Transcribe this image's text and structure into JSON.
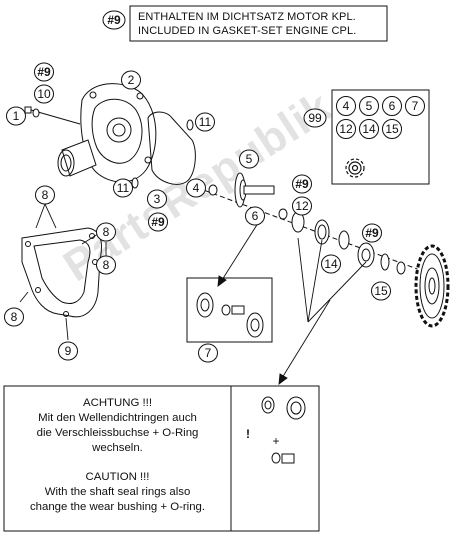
{
  "header": {
    "kit_badge": "#9",
    "line1": "ENTHALTEN IM DICHTSATZ MOTOR KPL.",
    "line2": "INCLUDED IN GASKET-SET ENGINE CPL."
  },
  "kit_box": {
    "badge": "99",
    "items": [
      "4",
      "5",
      "6",
      "7",
      "12",
      "14",
      "15"
    ],
    "icon": "gear-icon"
  },
  "callouts": [
    "1",
    "#9",
    "10",
    "2",
    "11",
    "11",
    "3",
    "#9",
    "4",
    "5",
    "#9",
    "12",
    "6",
    "#9",
    "14",
    "15",
    "8",
    "8",
    "8",
    "8",
    "9",
    "7"
  ],
  "note_box": {
    "de_line1": "ACHTUNG !!!",
    "de_line2": "Mit den Wellendichtringen auch",
    "de_line3": "die Verschleissbuchse + O-Ring",
    "de_line4": "wechseln.",
    "en_line1": "CAUTION !!!",
    "en_line2": "With the shaft seal rings also",
    "en_line3": "change the wear bushing + O-ring."
  },
  "warning": {
    "exclaim": "!",
    "plus": "+"
  },
  "watermark": "PartsRepublik",
  "colors": {
    "line": "#111111",
    "part_fill": "#ffffff",
    "watermark": "#e2e2e2"
  }
}
